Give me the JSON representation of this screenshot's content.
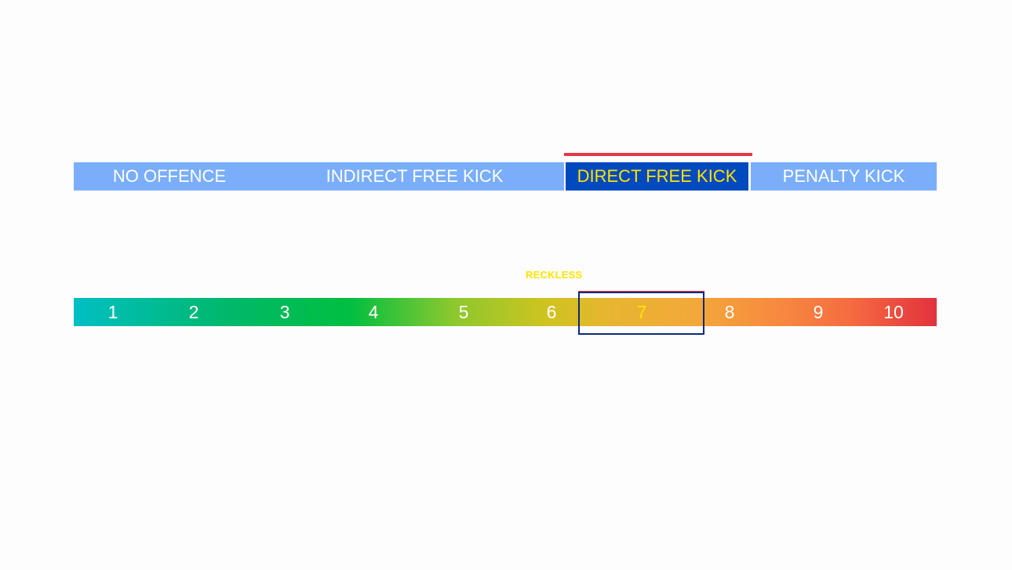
{
  "sanctions": {
    "no_offence": "NO OFFENCE",
    "indirect_free_kick": "INDIRECT FREE KICK",
    "direct_free_kick": "DIRECT FREE KICK",
    "penalty_kick": "PENALTY KICK",
    "selected": "DIRECT FREE KICK"
  },
  "category_label": "RECKLESS",
  "scale": {
    "values": [
      "1",
      "2",
      "3",
      "4",
      "5",
      "6",
      "7",
      "8",
      "9",
      "10"
    ],
    "selected_value": 7
  },
  "colors": {
    "segment_default": "#7aaefb",
    "segment_selected": "#0049bf",
    "highlight_text": "#ffe400",
    "marker_red": "#e33746",
    "selection_border": "#0b2a78"
  }
}
